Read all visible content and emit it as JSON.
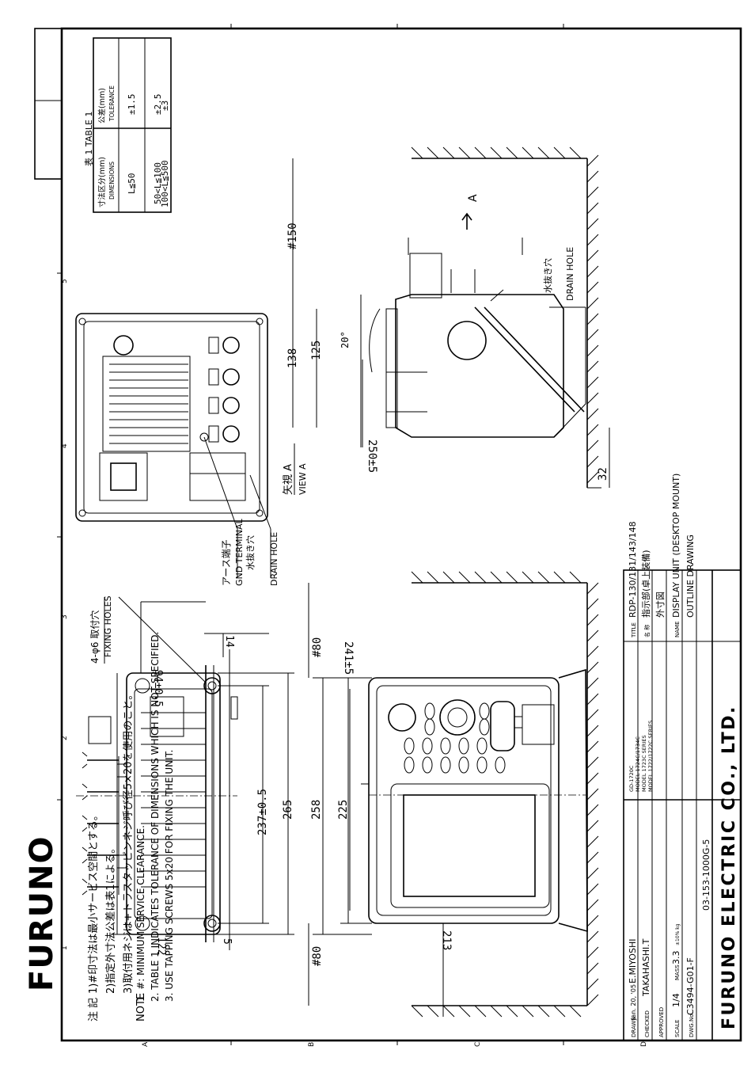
{
  "brand": "FURUNO",
  "company": "FURUNO ELECTRIC CO., LTD.",
  "grid": {
    "numbers": [
      "1",
      "2",
      "3",
      "4",
      "5"
    ],
    "letters": [
      "A",
      "B",
      "C",
      "D"
    ]
  },
  "table1": {
    "title": "表 1  TABLE 1",
    "col1_jp": "寸法区分(mm)",
    "col1_en": "DIMENSIONS",
    "col2_jp": "公差(mm)",
    "col2_en": "TOLERANCE",
    "rows": [
      {
        "range": "L≦50",
        "tol": "±1.5"
      },
      {
        "range": "50<L≦100",
        "tol": "±2.5"
      },
      {
        "range": "100<L≦500",
        "tol": "±3"
      }
    ]
  },
  "dims": {
    "d122": "122",
    "d5": "5",
    "d237": "237±0.5",
    "d265": "265",
    "d94": "94±0.5",
    "d14": "14",
    "d213": "213",
    "d258": "258",
    "d225": "225",
    "d241": "241±5",
    "h80a": "#80",
    "h80b": "#80",
    "d250": "250±5",
    "d32": "32",
    "d138": "138",
    "d125": "125",
    "h150": "#150",
    "angle": "20°"
  },
  "labels": {
    "fixing_jp": "4-φ6 取付穴",
    "fixing_en": "FIXING HOLES",
    "gnd_jp": "アース端子",
    "gnd_en": "GND TERMINAL",
    "drain_jp": "水抜き穴",
    "drain_en": "DRAIN HOLE",
    "view_jp": "矢視 A",
    "view_en": "VIEW A",
    "drain2_jp": "水抜き穴",
    "drain2_en": "DRAIN HOLE",
    "arrow_a": "A"
  },
  "notes": {
    "title_jp": "注 記",
    "jp": [
      "1)#印寸法は最小サービス空間とする。",
      "2)指定外寸法公差は表1による。",
      "3)取付用ネジは+トラスタッピンネジ呼び径5×20を使用のこと。"
    ],
    "title_en": "NOTE",
    "en": [
      "1.  #: MINIMUM SERVICE CLEARANCE.",
      "2.  TABLE 1 INDICATES TOLERANCE OF DIMENSIONS WHICH IS NOT SPECIFIED.",
      "3.  USE TAPPING SCREWS 5x20 FOR FIXING THE UNIT."
    ]
  },
  "title_block": {
    "drawn_label": "DRAWN",
    "drawn_date": "Jan. 20, '05",
    "drawn_name": "E.MIYOSHI",
    "checked_label": "CHECKED",
    "checked_name": "TAKAHASHI.T",
    "approved_label": "APPROVED",
    "scale_label": "SCALE",
    "scale": "1/4",
    "mass_label": "MASS",
    "mass": "3.3",
    "mass_unit": "±10% kg",
    "dwg_label": "DWG.No.",
    "dwg_no": "C3494-G01-F",
    "ref_no": "03-153-1000G-5",
    "models": [
      "GD-1720C",
      "MODEL 1724C/1734C",
      "MODEL 1723C SERIES",
      "MODEL 1722/1722C SERIES"
    ],
    "title_label": "TITLE",
    "title": "RDP-130/131/143/148",
    "name_jp_label": "名 称",
    "name_jp": "指示部(卓上装備)",
    "name_jp2": "外寸図",
    "name_label": "NAME",
    "name_en": "DISPLAY UNIT (DESKTOP MOUNT)",
    "name_en2": "OUTLINE DRAWING"
  }
}
